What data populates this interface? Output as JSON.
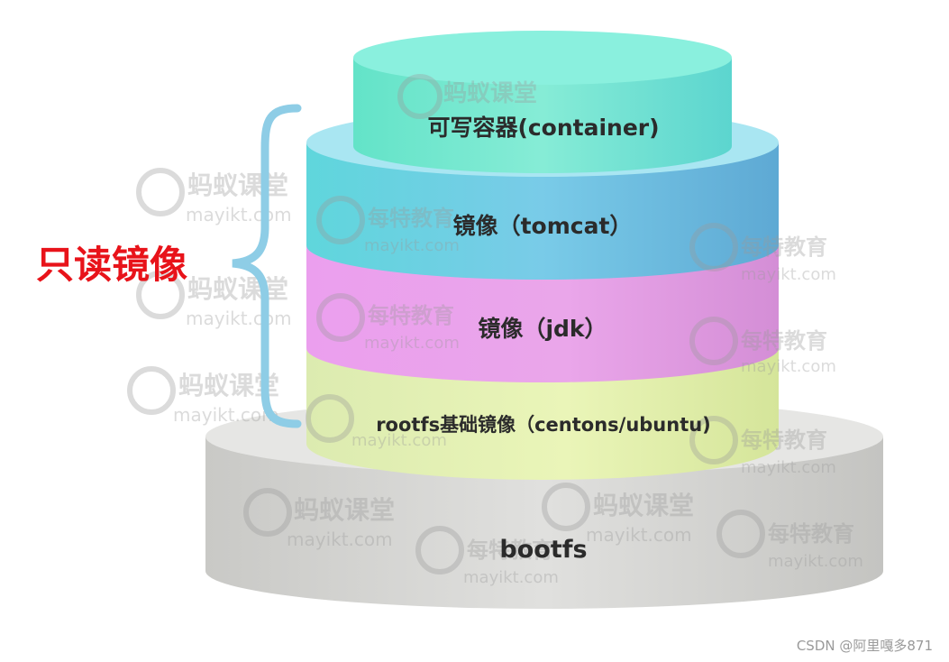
{
  "side_label": "只读镜像",
  "layers": [
    {
      "id": "container",
      "label": "可写容器(container)",
      "color": "#6fe6d2"
    },
    {
      "id": "tomcat",
      "label": "镜像（tomcat）",
      "color": "#6cc9e4"
    },
    {
      "id": "jdk",
      "label": "镜像（jdk）",
      "color": "#e79ce8"
    },
    {
      "id": "rootfs",
      "label": "rootfs基础镜像（centons/ubuntu)",
      "color": "#e2f0a2"
    },
    {
      "id": "bootfs",
      "label": "bootfs",
      "color": "#d6d6d4"
    }
  ],
  "brace_color": "#8ecde6",
  "watermarks": {
    "brand_a": "蚂蚁课堂",
    "brand_b": "每特教育",
    "domain": "mayikt.com"
  },
  "credit": "CSDN @阿里嘎多871"
}
